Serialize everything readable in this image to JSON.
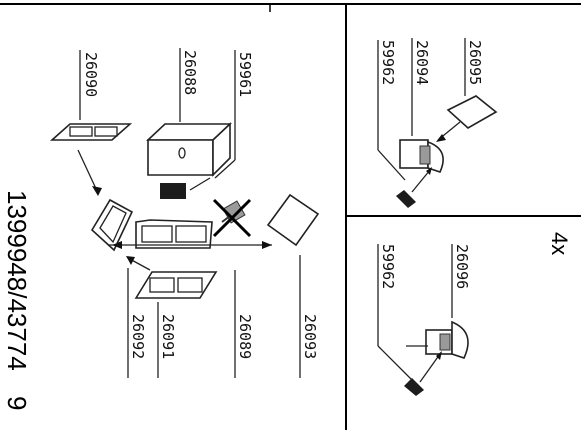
{
  "doc_ref": "1399948/43774",
  "page": "9",
  "quantity_label": "4x",
  "main_callouts": {
    "c26090": "26090",
    "c26088": "26088",
    "c59961": "59961",
    "c26092": "26092",
    "c26091": "26091",
    "c26089": "26089",
    "c26093": "26093"
  },
  "top_right_callouts": {
    "c59962": "59962",
    "c26094": "26094",
    "c26095": "26095"
  },
  "bottom_right_callouts": {
    "c59962": "59962",
    "c26096": "26096"
  }
}
